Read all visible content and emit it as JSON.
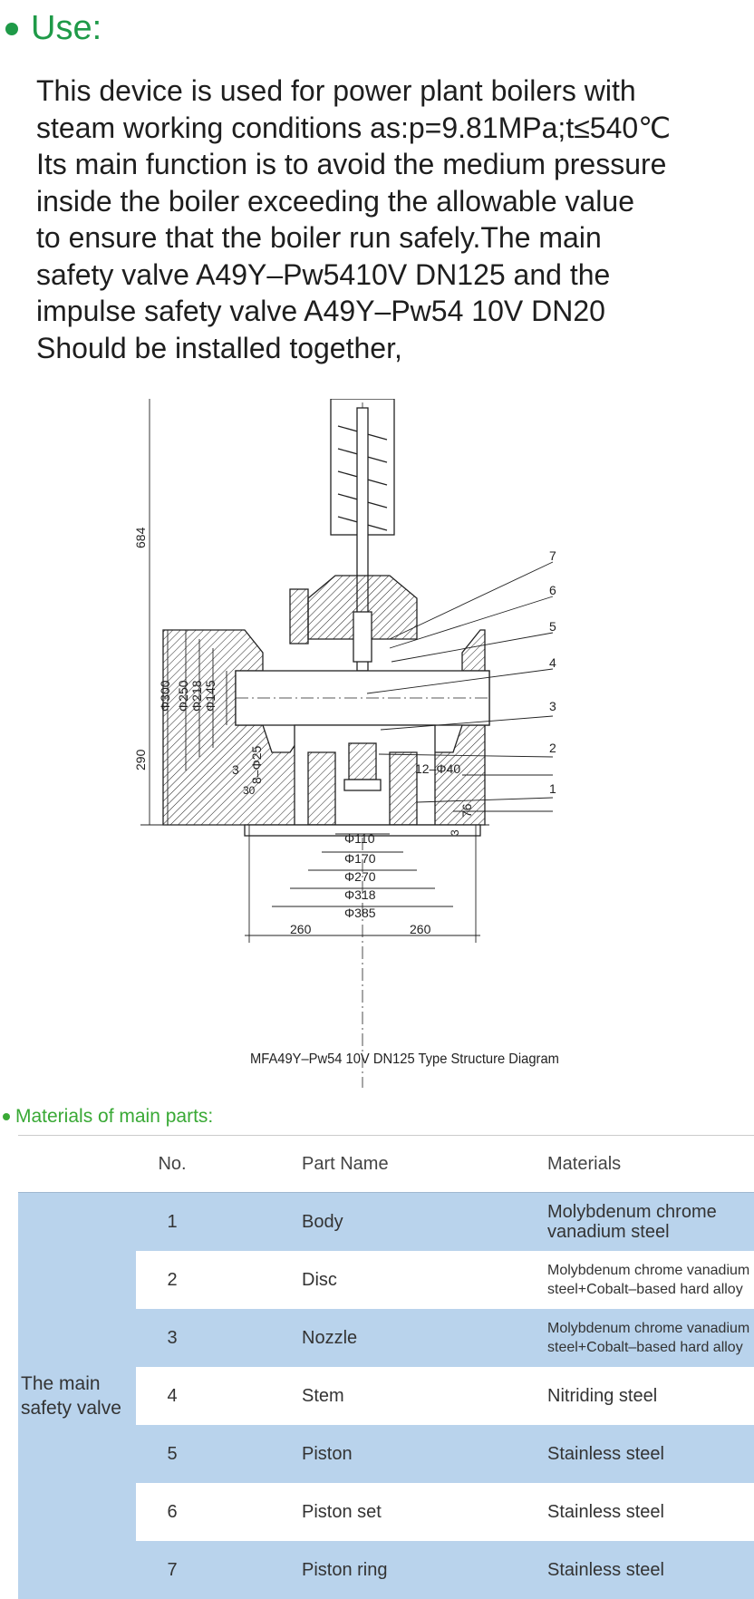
{
  "use": {
    "title": "Use:",
    "lines": [
      "This device is used for power plant boilers with",
      "steam working conditions as:p=9.81MPa;t≤540℃",
      "Its main function is to avoid the medium pressure",
      "inside the boiler exceeding the allowable value",
      "to ensure that the boiler run safely.The main",
      "safety valve A49Y–Pw5410V DN125 and the",
      "impulse safety valve A49Y–Pw54 10V DN20",
      "Should be installed together,"
    ]
  },
  "diagram": {
    "caption": "MFA49Y–Pw54 10V DN125 Type Structure Diagram",
    "dimensions": {
      "height_total": "684",
      "height_lower": "290",
      "d300": "Φ300",
      "d250": "Φ250",
      "d218": "Φ218",
      "d145": "Φ145",
      "d25": "Φ25",
      "holes_left": "8–Φ25",
      "holes_right": "12–Φ40",
      "three_left": "3",
      "thirty": "30",
      "seventysix": "76",
      "three_right": "3",
      "d110": "Φ110",
      "d170": "Φ170",
      "d270": "Φ270",
      "d318": "Φ318",
      "d385": "Φ385",
      "w260a": "260",
      "w260b": "260"
    },
    "callouts": [
      "7",
      "6",
      "5",
      "4",
      "3",
      "2",
      "1"
    ]
  },
  "materials": {
    "title": "Materials of main parts:",
    "headers": {
      "no": "No.",
      "name": "Part Name",
      "materials": "Materials"
    },
    "group_label": "The main safety valve",
    "rows": [
      {
        "no": "1",
        "name": "Body",
        "material": "Molybdenum chrome vanadium steel"
      },
      {
        "no": "2",
        "name": "Disc",
        "material": "Molybdenum chrome vanadium steel+Cobalt–based hard alloy"
      },
      {
        "no": "3",
        "name": "Nozzle",
        "material": "Molybdenum chrome vanadium steel+Cobalt–based hard alloy"
      },
      {
        "no": "4",
        "name": "Stem",
        "material": "Nitriding steel"
      },
      {
        "no": "5",
        "name": "Piston",
        "material": "Stainless steel"
      },
      {
        "no": "6",
        "name": "Piston set",
        "material": "Stainless steel"
      },
      {
        "no": "7",
        "name": "Piston ring",
        "material": "Stainless steel"
      }
    ]
  },
  "colors": {
    "accent_green": "#1f9a48",
    "table_blue": "#b9d3ec"
  }
}
